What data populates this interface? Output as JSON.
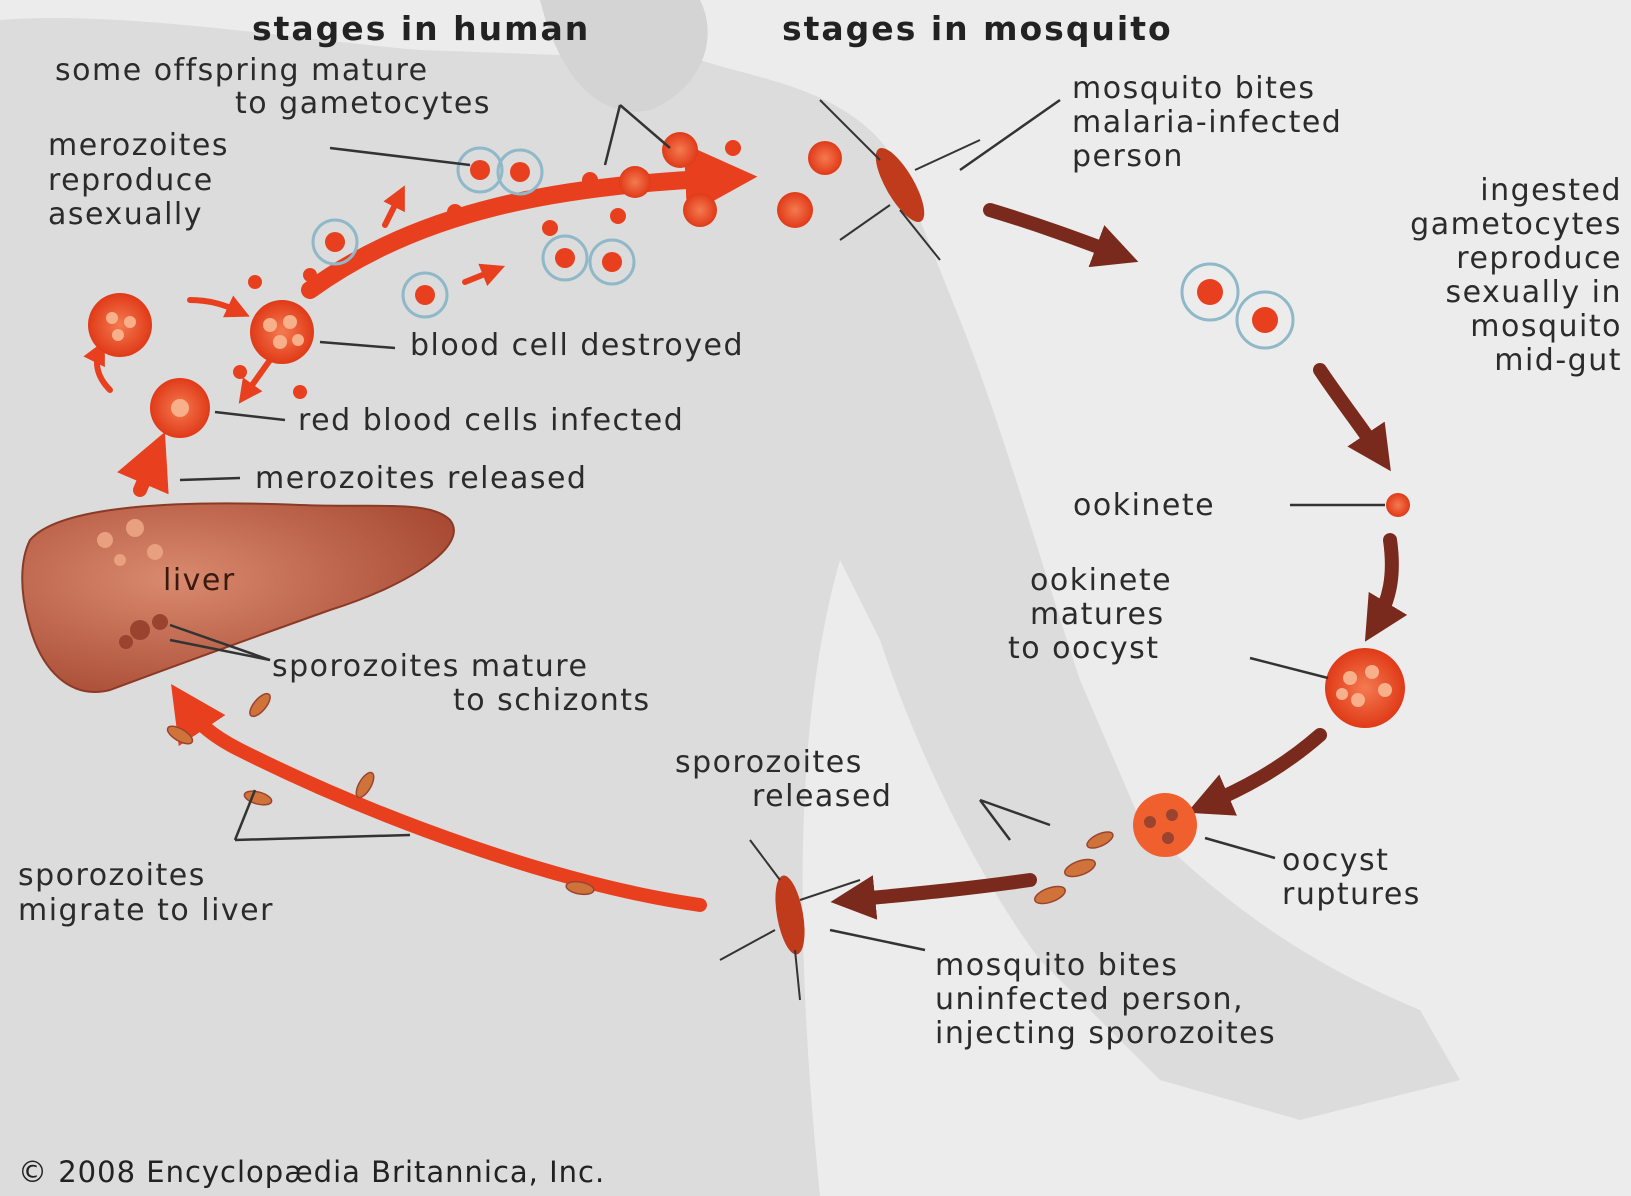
{
  "headers": {
    "human": "stages in human",
    "mosquito": "stages in mosquito"
  },
  "labels": {
    "offspring_l1": "some offspring mature",
    "offspring_l2": "to gametocytes",
    "merozoites_repro_l1": "merozoites",
    "merozoites_repro_l2": "reproduce",
    "merozoites_repro_l3": "asexually",
    "blood_destroyed": "blood cell destroyed",
    "rbc_infected": "red blood cells infected",
    "merozoites_released": "merozoites released",
    "liver": "liver",
    "sporozoites_mature_l1": "sporozoites mature",
    "sporozoites_mature_l2": "to schizonts",
    "sporozoites_migrate_l1": "sporozoites",
    "sporozoites_migrate_l2": "migrate to liver",
    "mosquito_bites_infected_l1": "mosquito bites",
    "mosquito_bites_infected_l2": "malaria-infected",
    "mosquito_bites_infected_l3": "person",
    "ingested_l1": "ingested",
    "ingested_l2": "gametocytes",
    "ingested_l3": "reproduce",
    "ingested_l4": "sexually in",
    "ingested_l5": "mosquito",
    "ingested_l6": "mid-gut",
    "ookinete": "ookinete",
    "ookinete_matures_l1": "ookinete",
    "ookinete_matures_l2": "matures",
    "ookinete_matures_l3": "to oocyst",
    "sporozoites_released_l1": "sporozoites",
    "sporozoites_released_l2": "released",
    "oocyst_ruptures_l1": "oocyst",
    "oocyst_ruptures_l2": "ruptures",
    "mosquito_bites_uninfected_l1": "mosquito bites",
    "mosquito_bites_uninfected_l2": "uninfected person,",
    "mosquito_bites_uninfected_l3": "injecting sporozoites"
  },
  "credit": "© 2008 Encyclopædia Britannica, Inc.",
  "colors": {
    "background": "#ececec",
    "body_silhouette": "#dcdcdc",
    "human_arrow": "#e8401e",
    "mosquito_arrow": "#7a2a1c",
    "cell_fill": "#f2552c",
    "cell_nucleus": "#f7a07a",
    "liver": "#b85a40",
    "leader_line": "#333333",
    "gametocyte_ring": "#8fb8c8"
  }
}
